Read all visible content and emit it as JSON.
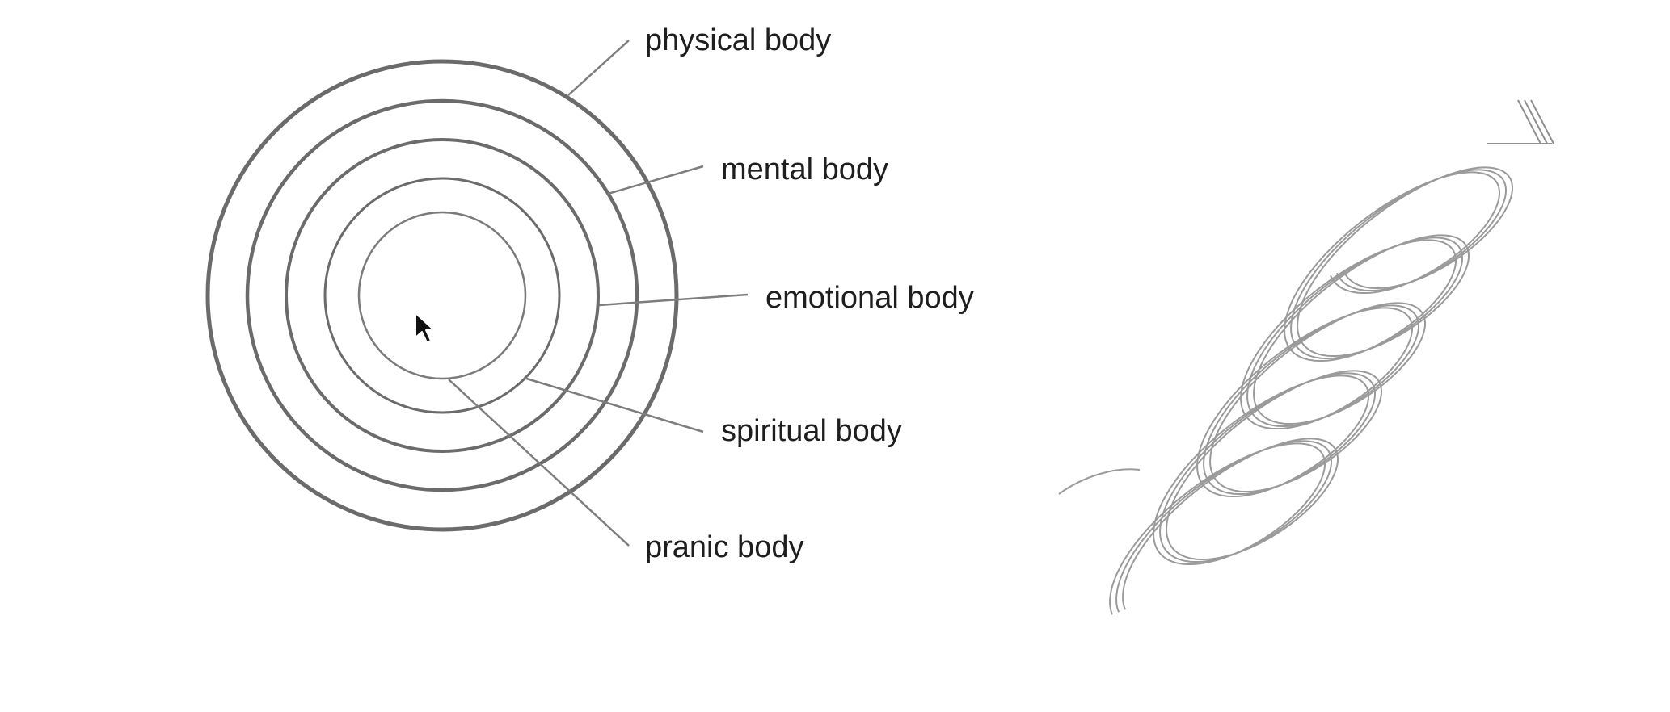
{
  "diagram": {
    "labels": {
      "physical": "physical body",
      "mental": "mental body",
      "emotional": "emotional body",
      "spiritual": "spiritual body",
      "pranic": "pranic body"
    }
  },
  "colors": {
    "ring_stroke": "#6b6b6b",
    "leader_stroke": "#7d7d7d",
    "spiral_stroke": "#9a9a9a",
    "text": "#1e1e1e"
  }
}
